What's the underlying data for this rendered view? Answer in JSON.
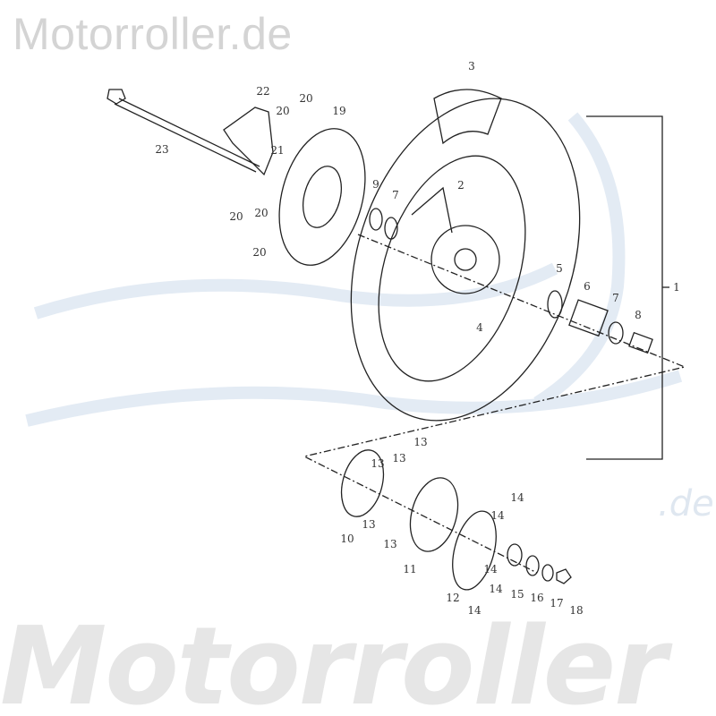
{
  "watermark": {
    "top": "Motorroller.de",
    "bottom": "Motorroller",
    "bottom_suffix": ".de"
  },
  "colors": {
    "line": "#222222",
    "watermark_gray": "#d4d4d4",
    "watermark_blue": "#dbe5f0"
  },
  "part_labels": [
    {
      "id": "1"
    },
    {
      "id": "2"
    },
    {
      "id": "3"
    },
    {
      "id": "4"
    },
    {
      "id": "5"
    },
    {
      "id": "6"
    },
    {
      "id": "7"
    },
    {
      "id": "7"
    },
    {
      "id": "8"
    },
    {
      "id": "9"
    },
    {
      "id": "10"
    },
    {
      "id": "11"
    },
    {
      "id": "12"
    },
    {
      "id": "13"
    },
    {
      "id": "13"
    },
    {
      "id": "13"
    },
    {
      "id": "13"
    },
    {
      "id": "13"
    },
    {
      "id": "14"
    },
    {
      "id": "14"
    },
    {
      "id": "14"
    },
    {
      "id": "14"
    },
    {
      "id": "14"
    },
    {
      "id": "15"
    },
    {
      "id": "16"
    },
    {
      "id": "17"
    },
    {
      "id": "18"
    },
    {
      "id": "19"
    },
    {
      "id": "20"
    },
    {
      "id": "20"
    },
    {
      "id": "20"
    },
    {
      "id": "20"
    },
    {
      "id": "20"
    },
    {
      "id": "21"
    },
    {
      "id": "22"
    },
    {
      "id": "23"
    }
  ]
}
